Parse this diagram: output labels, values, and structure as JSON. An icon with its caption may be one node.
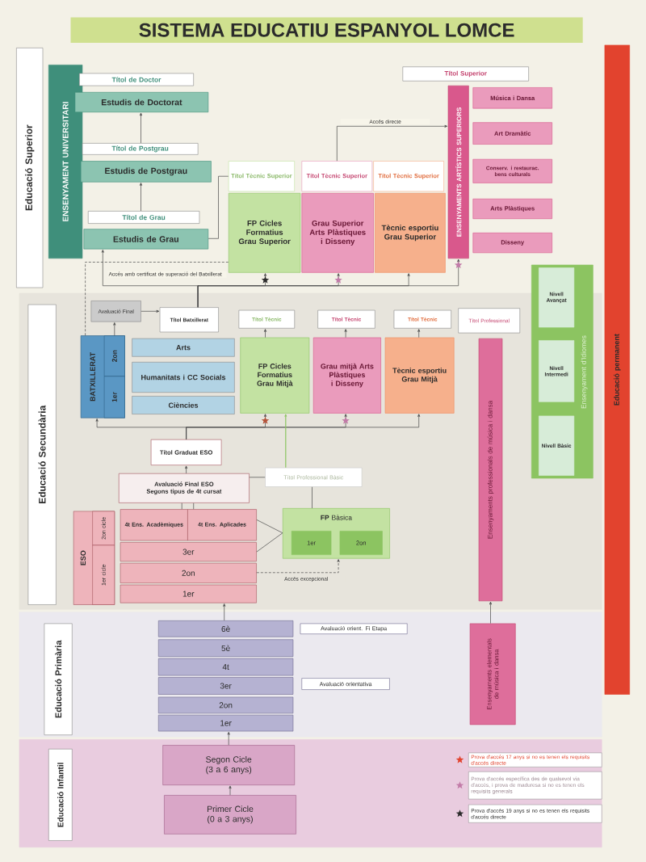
{
  "diagram": {
    "title": "SISTEMA EDUCATIU ESPANYOL LOMCE",
    "nodes": [
      {
        "text": [
          "Educació Superior"
        ]
      },
      {
        "text": [
          "ENSENYAMENT UNIVERSITARI"
        ]
      },
      {
        "text": [
          "Títol de Doctor"
        ]
      },
      {
        "text": [
          "Estudis de Doctorat"
        ]
      },
      {
        "text": [
          "Títol de Postgrau"
        ]
      },
      {
        "text": [
          "Estudis de Postgrau"
        ]
      },
      {
        "text": [
          "Títol de Grau"
        ]
      },
      {
        "text": [
          "Estudis de Grau"
        ]
      },
      {
        "text": [
          "Títol Superior"
        ]
      },
      {
        "text": [
          "ENSENYAMENTS ARTÍSTICS SUPERIORS"
        ]
      },
      {
        "text": [
          "Música i Dansa"
        ]
      },
      {
        "text": [
          "Art Dramàtic"
        ]
      },
      {
        "text": [
          "Conserv. i restaurac. bens culturals"
        ]
      },
      {
        "text": [
          "Arts Plàstiques"
        ]
      },
      {
        "text": [
          "Disseny"
        ]
      },
      {
        "text": [
          "Títol Tècnic Superior"
        ]
      },
      {
        "text": [
          "Títol Tècnic Superior"
        ]
      },
      {
        "text": [
          "Títol Tècnic Superior"
        ]
      },
      {
        "text": [
          "FP Cicles Formatius Grau Superior"
        ]
      },
      {
        "text": [
          "Grau Superior Arts Plàstiques i Disseny"
        ]
      },
      {
        "text": [
          "Tècnic esportiu Grau Superior"
        ]
      },
      {
        "text": [
          "Educació permanent"
        ]
      },
      {
        "text": [
          "Ensenyament d'Idiomes"
        ]
      },
      {
        "text": [
          "Nivell Avançat"
        ],
        "in": 22
      },
      {
        "text": [
          "Nivell Intermedi"
        ],
        "in": 22
      },
      {
        "text": [
          "Nivell Bàsic"
        ],
        "in": 22
      },
      {
        "text": [
          "Educació Secundària"
        ]
      },
      {
        "text": [
          "Avaluació Final"
        ],
        "in": 26
      },
      {
        "text": [
          "Títol Batxillerat"
        ],
        "in": 26
      },
      {
        "text": [
          "Títol Tècnic"
        ],
        "in": 26
      },
      {
        "text": [
          "Títol Tècnic"
        ],
        "in": 26
      },
      {
        "text": [
          "Títol Tècnic"
        ],
        "in": 26
      },
      {
        "text": [
          "Títol Professional"
        ],
        "in": 26
      },
      {
        "text": [
          "BATXILLERAT"
        ],
        "in": 26
      },
      {
        "text": [
          "2on"
        ],
        "in": 33
      },
      {
        "text": [
          "1er"
        ],
        "in": 33
      },
      {
        "text": [
          "Arts"
        ],
        "in": 26
      },
      {
        "text": [
          "Humanitats i CC Socials"
        ],
        "in": 26
      },
      {
        "text": [
          "Ciències"
        ],
        "in": 26
      },
      {
        "text": [
          "FP Cicles Formatius Grau Mitjà"
        ],
        "in": 26
      },
      {
        "text": [
          "Grau mitjà Arts Plàstiques i Disseny"
        ],
        "in": 26
      },
      {
        "text": [
          "Tècnic esportiu Grau Mitjà"
        ],
        "in": 26
      },
      {
        "text": [
          "Ensenyaments professionals de música i dansa"
        ],
        "in": 26
      },
      {
        "text": [
          "Títol Graduat ESO"
        ],
        "in": 26
      },
      {
        "text": [
          "Avaluació Final ESO",
          "Segons tipus de 4t cursat"
        ],
        "in": 26
      },
      {
        "text": [
          "Títol Professional Bàsic"
        ],
        "in": 26
      },
      {
        "text": [
          "**FP** Bàsica"
        ],
        "in": 26
      },
      {
        "text": [
          "1er"
        ],
        "in": 46
      },
      {
        "text": [
          "2on"
        ],
        "in": 46
      },
      {
        "text": [
          "ESO"
        ],
        "in": 26
      },
      {
        "text": [
          "2on cicle"
        ],
        "in": 49
      },
      {
        "text": [
          "1er cicle"
        ],
        "in": 49
      },
      {
        "text": [
          "4t Ens. Acadèmiques"
        ],
        "in": 26
      },
      {
        "text": [
          "4t Ens. Aplicades"
        ],
        "in": 26
      },
      {
        "text": [
          "3er"
        ],
        "in": 26
      },
      {
        "text": [
          "2on"
        ],
        "in": 26
      },
      {
        "text": [
          "1er"
        ],
        "in": 26
      },
      {
        "text": [
          "Educació Primària"
        ]
      },
      {
        "text": [
          "6è"
        ],
        "in": 57
      },
      {
        "text": [
          "5è"
        ],
        "in": 57
      },
      {
        "text": [
          "4t"
        ],
        "in": 57
      },
      {
        "text": [
          "3er"
        ],
        "in": 57
      },
      {
        "text": [
          "2on"
        ],
        "in": 57
      },
      {
        "text": [
          "1er"
        ],
        "in": 57
      },
      {
        "text": [
          "Avaluació orient. Fi Etapa"
        ],
        "in": 57
      },
      {
        "text": [
          "Avaluació orientativa"
        ],
        "in": 57
      },
      {
        "text": [
          "Ensenyaments elementals de música i dansa"
        ],
        "in": 57
      },
      {
        "text": [
          "Educació Infantil"
        ]
      },
      {
        "text": [
          "Segon Cicle",
          "(3 a 6 anys)"
        ],
        "in": 67
      },
      {
        "text": [
          "Primer Cicle",
          "(0 a 3 anys)"
        ],
        "in": 67
      }
    ],
    "edges": [
      {
        "from": 4,
        "to": 3,
        "arrow": "to"
      },
      {
        "from": 6,
        "to": 5,
        "arrow": "to"
      },
      {
        "from": 7,
        "to": 15,
        "arrow": "none"
      },
      {
        "from": 16,
        "to": 9,
        "arrow": "to",
        "label": "Accés directe"
      },
      {
        "from": 28,
        "to": 7,
        "arrow": "to"
      },
      {
        "from": 28,
        "to": 18,
        "arrow": "to"
      },
      {
        "from": 28,
        "to": 19,
        "arrow": "to"
      },
      {
        "from": 28,
        "to": 20,
        "arrow": "to"
      },
      {
        "from": 28,
        "to": 9,
        "arrow": "to"
      },
      {
        "from": 33,
        "to": 18,
        "arrow": "none",
        "style": "dashed",
        "label": "Accés amb certificat de superació del Batxillerat"
      },
      {
        "from": 34,
        "to": 27,
        "arrow": "to"
      },
      {
        "from": 27,
        "to": 28,
        "arrow": "to"
      },
      {
        "from": 39,
        "to": 29,
        "arrow": "to"
      },
      {
        "from": 40,
        "to": 30,
        "arrow": "to"
      },
      {
        "from": 41,
        "to": 31,
        "arrow": "to"
      },
      {
        "from": 43,
        "to": 33,
        "arrow": "to"
      },
      {
        "from": 43,
        "to": 39,
        "arrow": "to"
      },
      {
        "from": 43,
        "to": 40,
        "arrow": "to"
      },
      {
        "from": 43,
        "to": 41,
        "arrow": "to"
      },
      {
        "from": 44,
        "to": 43,
        "arrow": "to"
      },
      {
        "from": 52,
        "to": 44,
        "arrow": "none"
      },
      {
        "from": 53,
        "to": 44,
        "arrow": "none"
      },
      {
        "from": 53,
        "to": 46,
        "arrow": "none"
      },
      {
        "from": 54,
        "to": 46,
        "arrow": "none"
      },
      {
        "from": 55,
        "to": 46,
        "arrow": "to",
        "style": "dashed",
        "label": "Accés excepcional"
      },
      {
        "from": 46,
        "to": 45,
        "arrow": "none"
      },
      {
        "from": 45,
        "to": 44,
        "arrow": "none"
      },
      {
        "from": 45,
        "to": 39,
        "arrow": "to",
        "color": "#8cc461"
      },
      {
        "from": 58,
        "to": 56,
        "arrow": "to"
      },
      {
        "from": 66,
        "to": 42,
        "arrow": "to"
      },
      {
        "from": 68,
        "to": 63,
        "arrow": "to"
      },
      {
        "from": 69,
        "to": 68,
        "arrow": "to"
      }
    ],
    "legend": [
      {
        "text": "Prova d'accés 17 anys si no es tenen els requisits d'accés directe"
      },
      {
        "text": "Prova d'accés específica des de qualsevol via d'accés, i prova de maduresa si no es tenen els requisits generals"
      },
      {
        "text": "Prova d'accés 19 anys si no es tenen els requisits d'accés directe"
      }
    ]
  }
}
